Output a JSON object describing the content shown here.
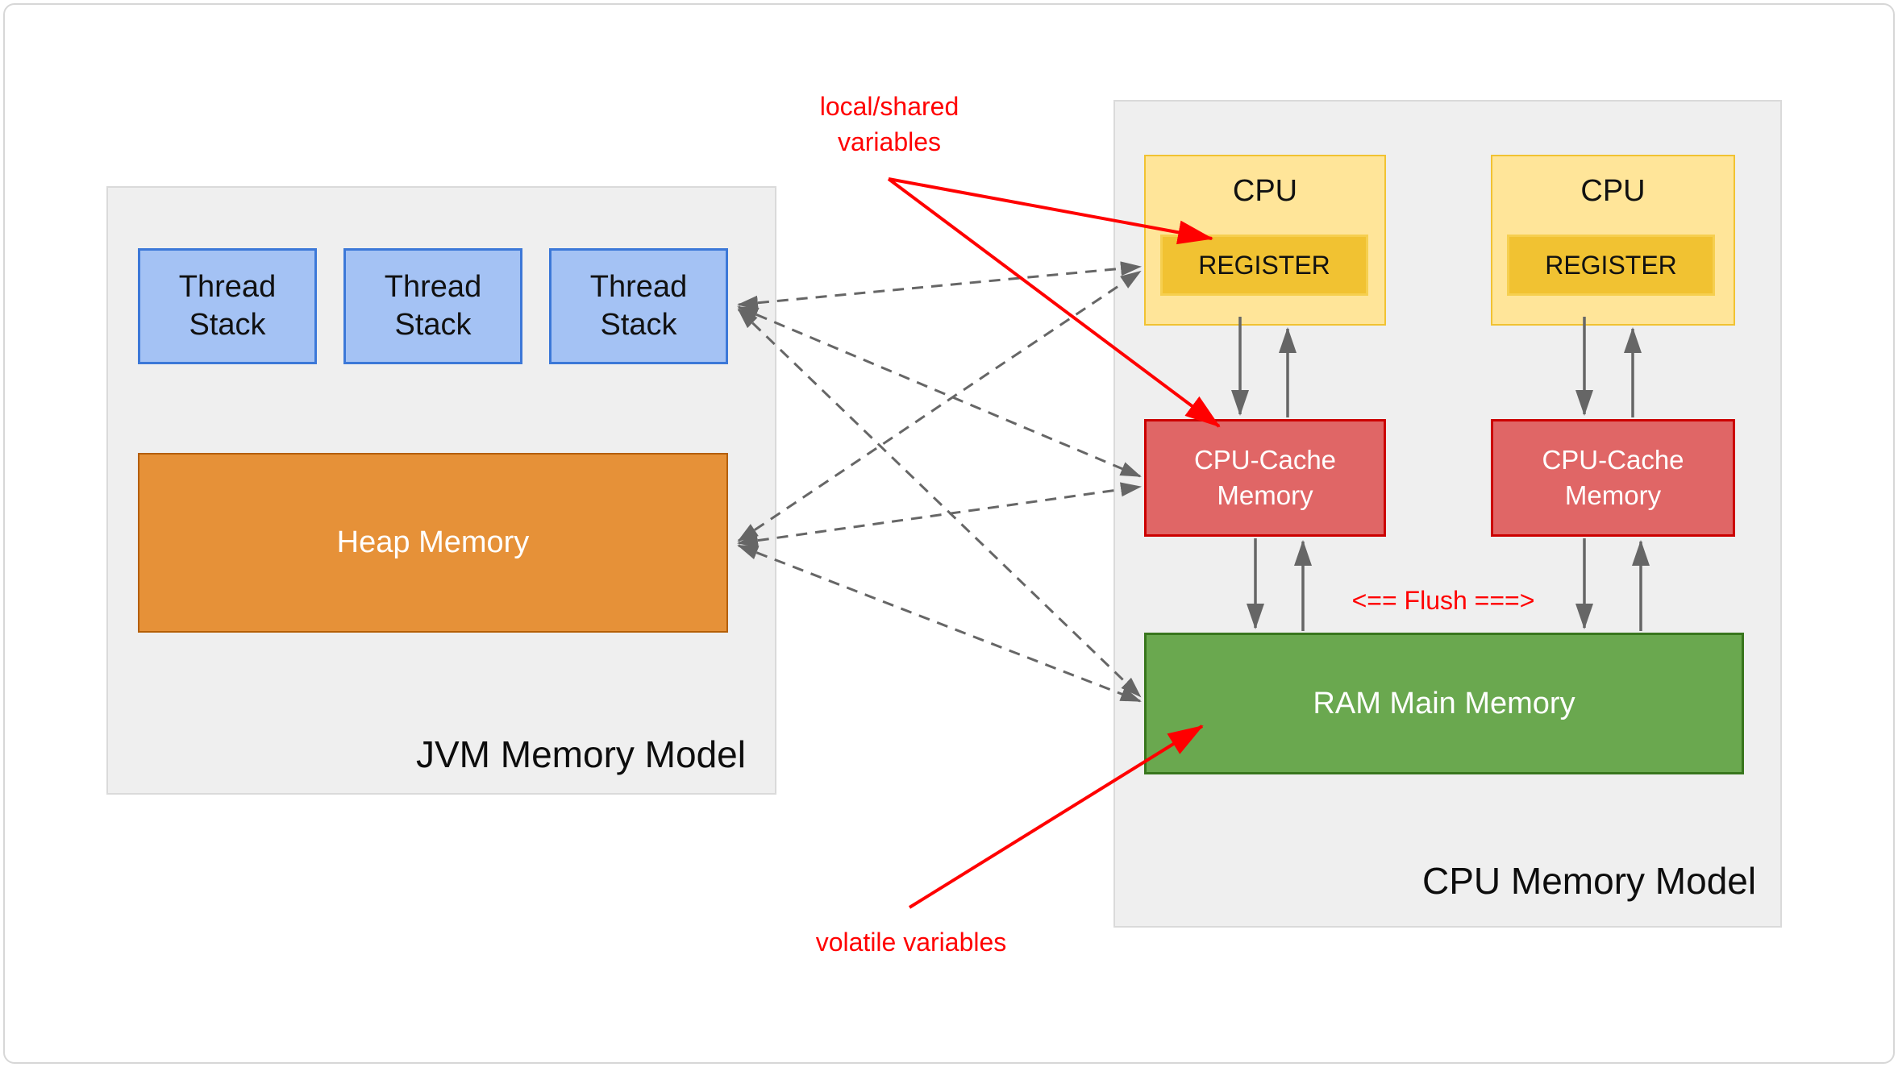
{
  "jvm_panel": {
    "label": "JVM Memory Model",
    "thread_stacks": [
      {
        "line1": "Thread",
        "line2": "Stack"
      },
      {
        "line1": "Thread",
        "line2": "Stack"
      },
      {
        "line1": "Thread",
        "line2": "Stack"
      }
    ],
    "heap": {
      "label": "Heap Memory"
    }
  },
  "cpu_panel": {
    "label": "CPU Memory Model",
    "cpus": [
      {
        "label": "CPU",
        "register": "REGISTER"
      },
      {
        "label": "CPU",
        "register": "REGISTER"
      }
    ],
    "caches": [
      {
        "line1": "CPU-Cache",
        "line2": "Memory"
      },
      {
        "line1": "CPU-Cache",
        "line2": "Memory"
      }
    ],
    "ram": {
      "label": "RAM Main Memory"
    }
  },
  "annotations": {
    "local_shared": {
      "line1": "local/shared",
      "line2": "variables"
    },
    "volatile_label": "volatile variables",
    "flush_label": "<== Flush ===>"
  },
  "colors": {
    "panel_fill": "#efefef",
    "panel_border": "#dadada",
    "thread_fill": "#a4c2f4",
    "thread_border": "#3c78d8",
    "heap_fill": "#e69138",
    "heap_border": "#b45f06",
    "cpu_fill": "#ffe599",
    "cpu_border": "#f1c232",
    "register_fill": "#f1c232",
    "cache_fill": "#e06666",
    "cache_border": "#cc0000",
    "ram_fill": "#6aa84f",
    "ram_border": "#38761d",
    "arrow_gray": "#666666",
    "annotation_red": "#ff0000"
  }
}
